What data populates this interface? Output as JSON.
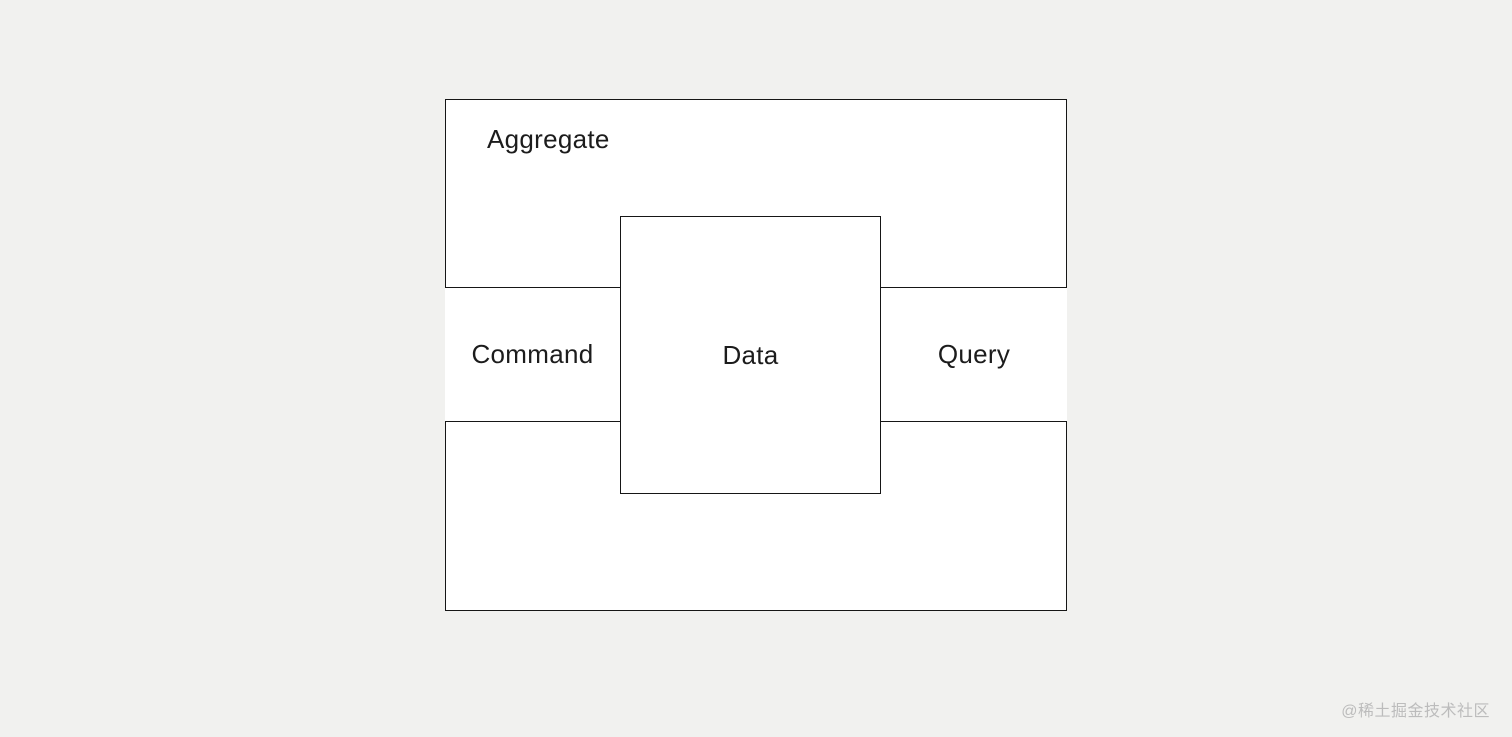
{
  "diagram": {
    "aggregate_label": "Aggregate",
    "command_label": "Command",
    "data_label": "Data",
    "query_label": "Query"
  },
  "watermark": "@稀土掘金技术社区",
  "colors": {
    "background": "#f1f1ef",
    "box_fill": "#ffffff",
    "border": "#161616",
    "text": "#1c1c1c",
    "watermark": "#bcbcbc"
  }
}
